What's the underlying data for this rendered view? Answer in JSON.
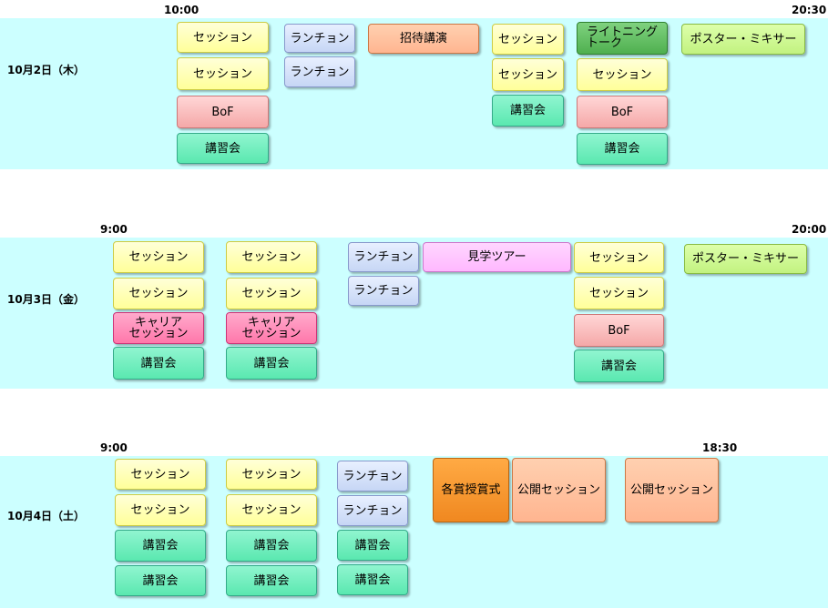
{
  "days": [
    {
      "date": "10月2日（木）",
      "start": "10:00",
      "end": "20:30"
    },
    {
      "date": "10月3日（金）",
      "start": "9:00",
      "end": "20:00"
    },
    {
      "date": "10月4日（土）",
      "start": "9:00",
      "end": "18:30"
    }
  ],
  "day1": {
    "b1": "セッション",
    "b2": "セッション",
    "b3": "BoF",
    "b4": "講習会",
    "b5": "ランチョン",
    "b6": "ランチョン",
    "b7": "招待講演",
    "b8": "セッション",
    "b9": "セッション",
    "b10": "講習会",
    "b11": "ライトニング\nトーク",
    "b12": "セッション",
    "b13": "BoF",
    "b14": "講習会",
    "b15": "ポスター・ミキサー"
  },
  "day2": {
    "b1": "セッション",
    "b2": "セッション",
    "b3": "キャリア\nセッション",
    "b4": "講習会",
    "b5": "セッション",
    "b6": "セッション",
    "b7": "キャリア\nセッション",
    "b8": "講習会",
    "b9": "ランチョン",
    "b10": "ランチョン",
    "b11": "見学ツアー",
    "b12": "セッション",
    "b13": "セッション",
    "b14": "BoF",
    "b15": "講習会",
    "b16": "ポスター・ミキサー"
  },
  "day3": {
    "b1": "セッション",
    "b2": "セッション",
    "b3": "講習会",
    "b4": "講習会",
    "b5": "セッション",
    "b6": "セッション",
    "b7": "講習会",
    "b8": "講習会",
    "b9": "ランチョン",
    "b10": "ランチョン",
    "b11": "講習会",
    "b12": "講習会",
    "b13": "各賞授賞式",
    "b14": "公開セッション",
    "b15": "公開セッション"
  }
}
